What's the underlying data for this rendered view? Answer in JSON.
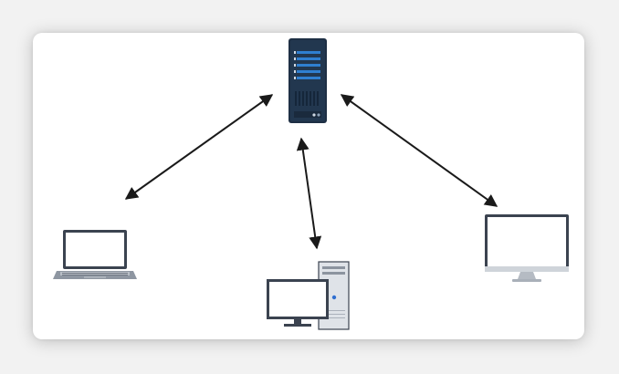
{
  "diagram": {
    "nodes": [
      {
        "id": "server",
        "icon": "server-rack-icon"
      },
      {
        "id": "laptop",
        "icon": "laptop-icon"
      },
      {
        "id": "desktop",
        "icon": "desktop-computer-icon"
      },
      {
        "id": "monitor",
        "icon": "monitor-icon"
      }
    ],
    "edges": [
      {
        "from": "server",
        "to": "laptop",
        "direction": "both"
      },
      {
        "from": "server",
        "to": "desktop",
        "direction": "both"
      },
      {
        "from": "server",
        "to": "monitor",
        "direction": "both"
      }
    ],
    "colors": {
      "server_body": "#1e2f44",
      "server_accent": "#2f7fd0",
      "device_frame": "#3b4350",
      "device_screen": "#ffffff",
      "keyboard": "#9aa2ad",
      "tower_body": "#dfe3e8",
      "tower_led": "#2f6fd0",
      "arrow": "#1a1a1a"
    }
  }
}
